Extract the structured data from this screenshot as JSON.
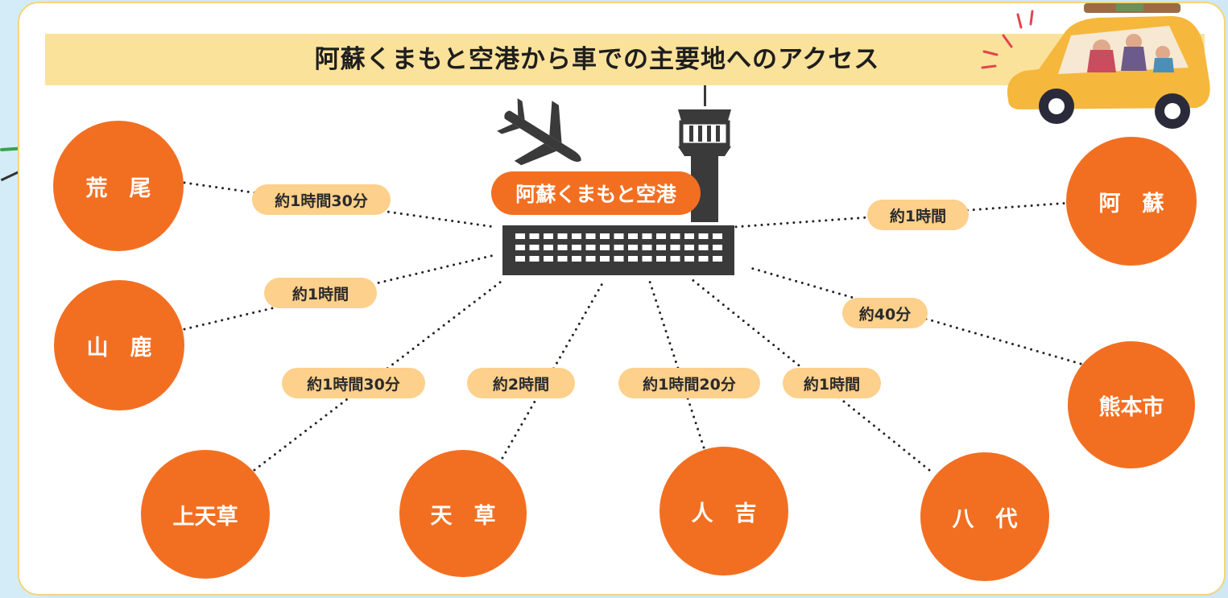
{
  "title": "阿蘇くまもと空港から車での主要地へのアクセス",
  "airport": {
    "label": "阿蘇くまもと空港",
    "icons": [
      "airplane-icon",
      "control-tower-icon",
      "terminal-building-icon"
    ]
  },
  "header_illustration": "family-car-icon",
  "colors": {
    "node": "#f26f22",
    "pill": "#fdd08b",
    "banner": "#fbe29a",
    "border": "#f4d57a",
    "building": "#3a3a3a"
  },
  "destinations": [
    {
      "name": "荒　尾",
      "time": "約1時間30分"
    },
    {
      "name": "山　鹿",
      "time": "約1時間"
    },
    {
      "name": "上天草",
      "time": "約1時間30分"
    },
    {
      "name": "天　草",
      "time": "約2時間"
    },
    {
      "name": "人　吉",
      "time": "約1時間20分"
    },
    {
      "name": "八　代",
      "time": "約1時間"
    },
    {
      "name": "熊本市",
      "time": "約40分"
    },
    {
      "name": "阿　蘇",
      "time": "約1時間"
    }
  ]
}
